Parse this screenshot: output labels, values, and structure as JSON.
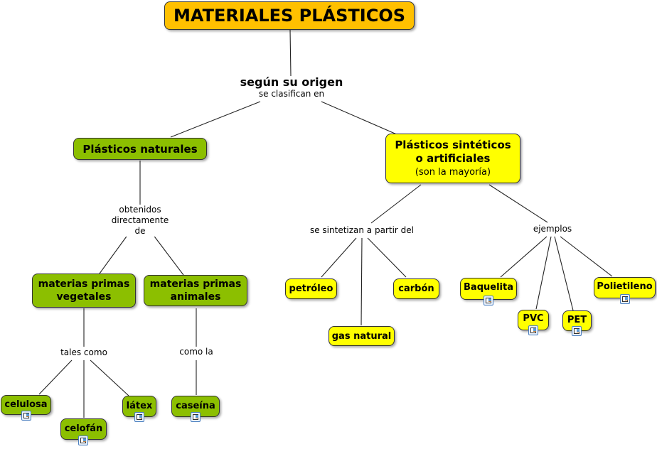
{
  "title": "MATERIALES PLÁSTICOS",
  "colors": {
    "root": "#ffc000",
    "natural": "#8cbf00",
    "synthetic": "#ffff00"
  },
  "links": {
    "origin_main": "según su origen",
    "origin_sub": "se clasifican en",
    "obtained": [
      "obtenidos",
      "directamente",
      "de"
    ],
    "tales_como": "tales como",
    "como_la": "como la",
    "sintetizan": "se sintetizan a partir del",
    "ejemplos": "ejemplos"
  },
  "nodes": {
    "natural": "Plásticos naturales",
    "synthetic_l1": "Plásticos sintéticos",
    "synthetic_l2": "o artificiales",
    "synthetic_note": "(son la mayoría)",
    "vegetales_l1": "materias primas",
    "vegetales_l2": "vegetales",
    "animales_l1": "materias primas",
    "animales_l2": "animales",
    "celulosa": "celulosa",
    "celofan": "celofán",
    "latex": "látex",
    "caseina": "caseína",
    "petroleo": "petróleo",
    "gas_natural": "gas natural",
    "carbon": "carbón",
    "baquelita": "Baquelita",
    "pvc": "PVC",
    "pet": "PET",
    "polietileno": "Polietileno"
  },
  "resource_icon": "document-image-icon"
}
